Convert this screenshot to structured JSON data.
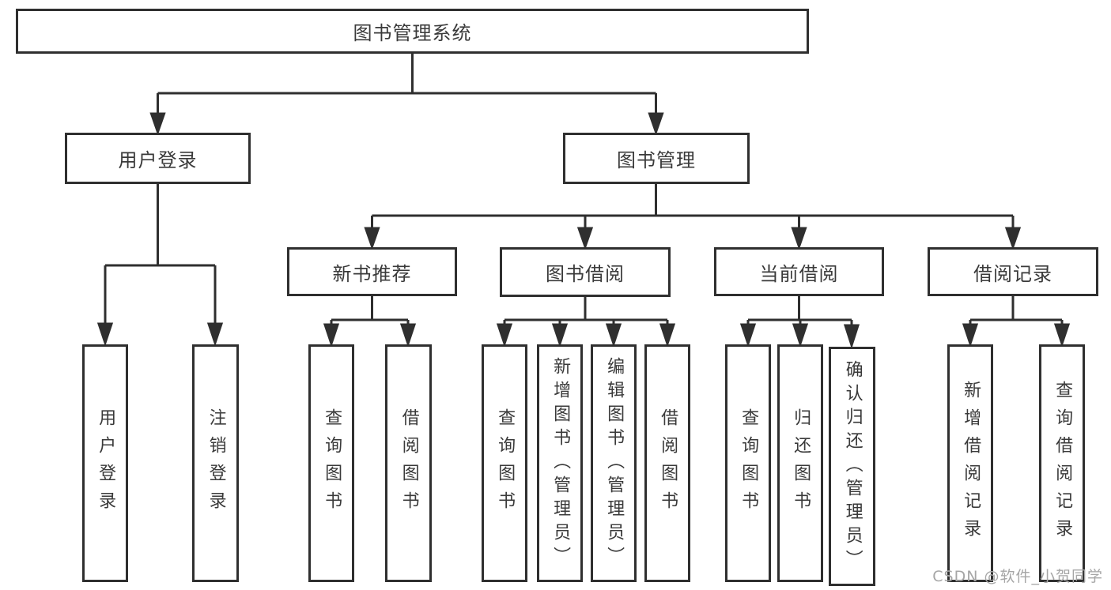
{
  "diagram": {
    "root": {
      "label": "图书管理系统",
      "children": [
        {
          "label": "用户登录",
          "children": [
            {
              "label": "用户登录"
            },
            {
              "label": "注销登录"
            }
          ]
        },
        {
          "label": "图书管理",
          "children": [
            {
              "label": "新书推荐",
              "children": [
                {
                  "label": "查询图书"
                },
                {
                  "label": "借阅图书"
                }
              ]
            },
            {
              "label": "图书借阅",
              "children": [
                {
                  "label": "查询图书"
                },
                {
                  "label": "新增图书（管理员）"
                },
                {
                  "label": "编辑图书（管理员）"
                },
                {
                  "label": "借阅图书"
                }
              ]
            },
            {
              "label": "当前借阅",
              "children": [
                {
                  "label": "查询图书"
                },
                {
                  "label": "归还图书"
                },
                {
                  "label": "确认归还（管理员）"
                }
              ]
            },
            {
              "label": "借阅记录",
              "children": [
                {
                  "label": "新增借阅记录"
                },
                {
                  "label": "查询借阅记录"
                }
              ]
            }
          ]
        }
      ]
    },
    "watermark": "CSDN @软件_小贺同学",
    "colors": {
      "line": "#2f2f2f",
      "text": "#3a3a3a",
      "watermark": "#a6a6a6",
      "background": "#ffffff"
    }
  }
}
